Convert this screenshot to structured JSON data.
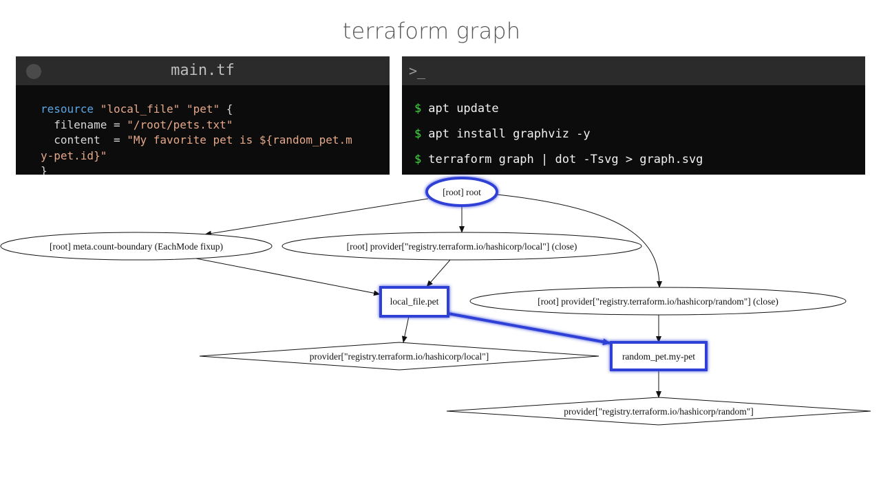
{
  "slide": {
    "title": "terraform graph"
  },
  "editor": {
    "filename": "main.tf",
    "line1": {
      "keyword": "resource",
      "type": "\"local_file\"",
      "name": "\"pet\"",
      "brace": " {"
    },
    "line2": {
      "key": "  filename = ",
      "value": "\"/root/pets.txt\""
    },
    "line3": {
      "key": "  content  = ",
      "value": "\"My favorite pet is ${random_pet.m"
    },
    "line4": {
      "value": "y-pet.id}\""
    },
    "line5": {
      "text": "}"
    }
  },
  "terminal": {
    "prompt_icon": ">_",
    "prompt_symbol": "$",
    "commands": [
      "apt update",
      "apt install graphviz -y",
      "terraform graph | dot -Tsvg > graph.svg"
    ]
  },
  "graph": {
    "highlight_color": "#2f3fd6",
    "nodes": {
      "root": "[root] root",
      "count_boundary": "[root] meta.count-boundary (EachMode fixup)",
      "provider_local_close": "[root] provider[\"registry.terraform.io/hashicorp/local\"] (close)",
      "local_file": "local_file.pet",
      "provider_random_close": "[root] provider[\"registry.terraform.io/hashicorp/random\"] (close)",
      "provider_local": "provider[\"registry.terraform.io/hashicorp/local\"]",
      "random_pet": "random_pet.my-pet",
      "provider_random": "provider[\"registry.terraform.io/hashicorp/random\"]"
    }
  }
}
